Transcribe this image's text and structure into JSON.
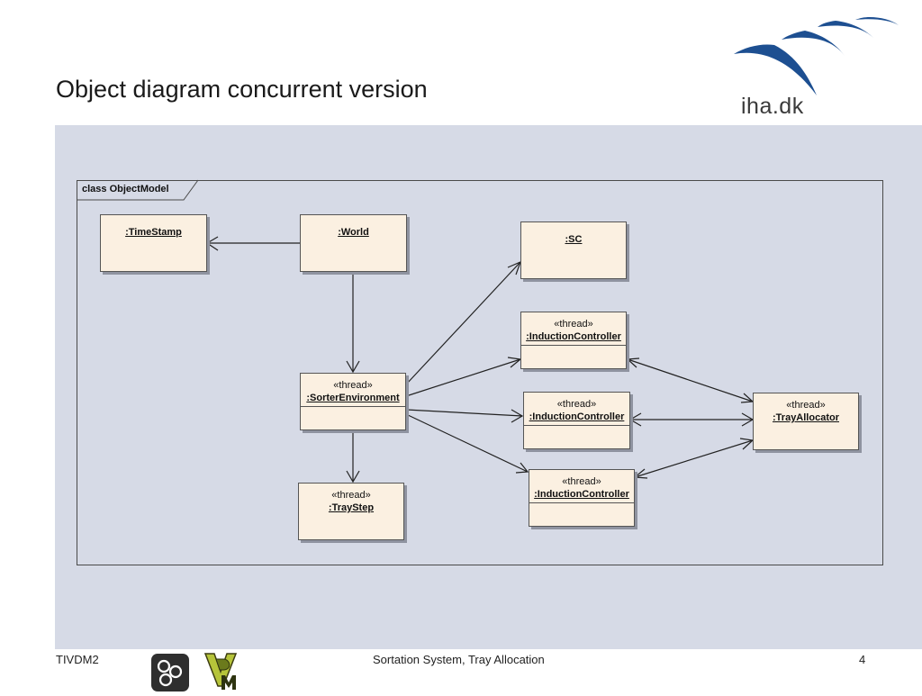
{
  "slide": {
    "title": "Object diagram concurrent version",
    "logo_text": "iha.dk"
  },
  "diagram": {
    "frame_label": "class ObjectModel",
    "objects": {
      "timestamp": {
        "name": ":TimeStamp"
      },
      "world": {
        "name": ":World"
      },
      "sc": {
        "name": ":SC"
      },
      "sorter_environment": {
        "stereotype": "«thread»",
        "name": ":SorterEnvironment"
      },
      "tray_step": {
        "stereotype": "«thread»",
        "name": ":TrayStep"
      },
      "induction_controller_1": {
        "stereotype": "«thread»",
        "name": ":InductionController"
      },
      "induction_controller_2": {
        "stereotype": "«thread»",
        "name": ":InductionController"
      },
      "induction_controller_3": {
        "stereotype": "«thread»",
        "name": ":InductionController"
      },
      "tray_allocator": {
        "stereotype": "«thread»",
        "name": ":TrayAllocator"
      }
    }
  },
  "footer": {
    "left": "TIVDM2",
    "center": "Sortation System, Tray Allocation",
    "page_number": "4"
  },
  "colors": {
    "canvas_background": "#d6dae6",
    "object_fill": "#fbf0e1",
    "logo_blue": "#1d4f91"
  },
  "icons": [
    "molecule-icon",
    "vdm-logo-icon"
  ]
}
